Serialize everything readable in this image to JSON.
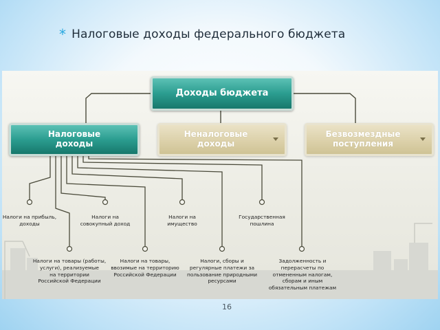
{
  "title": "Налоговые доходы федерального бюджета",
  "bullet": "*",
  "diagram": {
    "root": "Доходы бюджета",
    "categories": [
      {
        "line1": "Налоговые",
        "line2": "доходы"
      },
      {
        "line1": "Неналоговые",
        "line2": "доходы"
      },
      {
        "line1": "Безвозмездные",
        "line2": "поступления"
      }
    ],
    "top_items": [
      {
        "lines": [
          "Налоги на прибыль,",
          "доходы"
        ]
      },
      {
        "lines": [
          "Налоги на",
          "совокупный доход"
        ]
      },
      {
        "lines": [
          "Налоги на",
          "имущество"
        ]
      },
      {
        "lines": [
          "Государственная",
          "пошлина"
        ]
      }
    ],
    "bottom_items": [
      {
        "lines": [
          "Налоги на товары (работы,",
          "услуги), реализуемые",
          "на территории",
          "Российской Федерации"
        ]
      },
      {
        "lines": [
          "Налоги на товары,",
          "ввозимые на территорию",
          "Российской Федерации"
        ]
      },
      {
        "lines": [
          "Налоги, сборы и",
          "регулярные платежи за",
          "пользование природными",
          "ресурсами"
        ]
      },
      {
        "lines": [
          "Задолженность и",
          "перерасчеты по",
          "отмененным налогам,",
          "сборам и иным",
          "обязательным платежам"
        ]
      }
    ]
  },
  "page_number": "16",
  "colors": {
    "teal": "#2b9d90",
    "beige": "#dcd1aa",
    "connector": "#4a4a3a",
    "accent": "#29a8e0"
  }
}
